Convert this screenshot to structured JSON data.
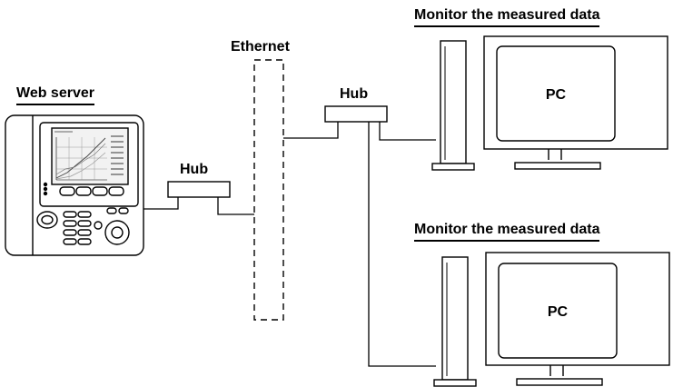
{
  "diagram": {
    "web_server": {
      "label": "Web server"
    },
    "network": {
      "label": "Ethernet"
    },
    "hubs": [
      {
        "label": "Hub"
      },
      {
        "label": "Hub"
      }
    ],
    "clients": [
      {
        "caption": "Monitor the measured data",
        "screen_label": "PC"
      },
      {
        "caption": "Monitor the measured data",
        "screen_label": "PC"
      }
    ]
  }
}
